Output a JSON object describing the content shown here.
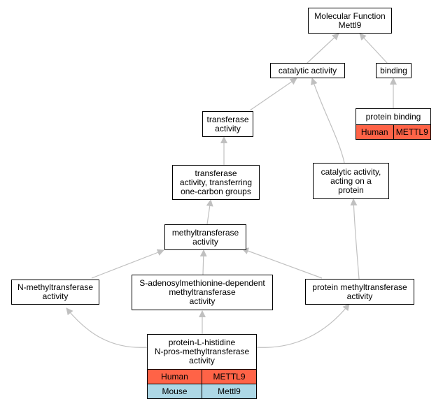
{
  "nodes": {
    "mf": "Molecular Function\nMettl9",
    "catalytic": "catalytic activity",
    "binding": "binding",
    "transferase": "transferase\nactivity",
    "protein_binding": "protein binding",
    "one_carbon": "transferase\nactivity, transferring\none-carbon groups",
    "cat_protein": "catalytic activity,\nacting on a\nprotein",
    "methyltransferase": "methyltransferase\nactivity",
    "n_methyl": "N-methyltransferase\nactivity",
    "sam": "S-adenosylmethionine-dependent\nmethyltransferase\nactivity",
    "protein_methyl": "protein methyltransferase\nactivity",
    "histidine": "protein-L-histidine\nN-pros-methyltransferase\nactivity"
  },
  "annotations": {
    "protein_binding": [
      {
        "species": "Human",
        "gene": "METTL9"
      }
    ],
    "histidine": [
      {
        "species": "Human",
        "gene": "METTL9"
      },
      {
        "species": "Mouse",
        "gene": "Mettl9"
      }
    ]
  },
  "colors": {
    "human": "#ff6347",
    "mouse": "#add8e6",
    "edge": "#c0c0c0"
  }
}
